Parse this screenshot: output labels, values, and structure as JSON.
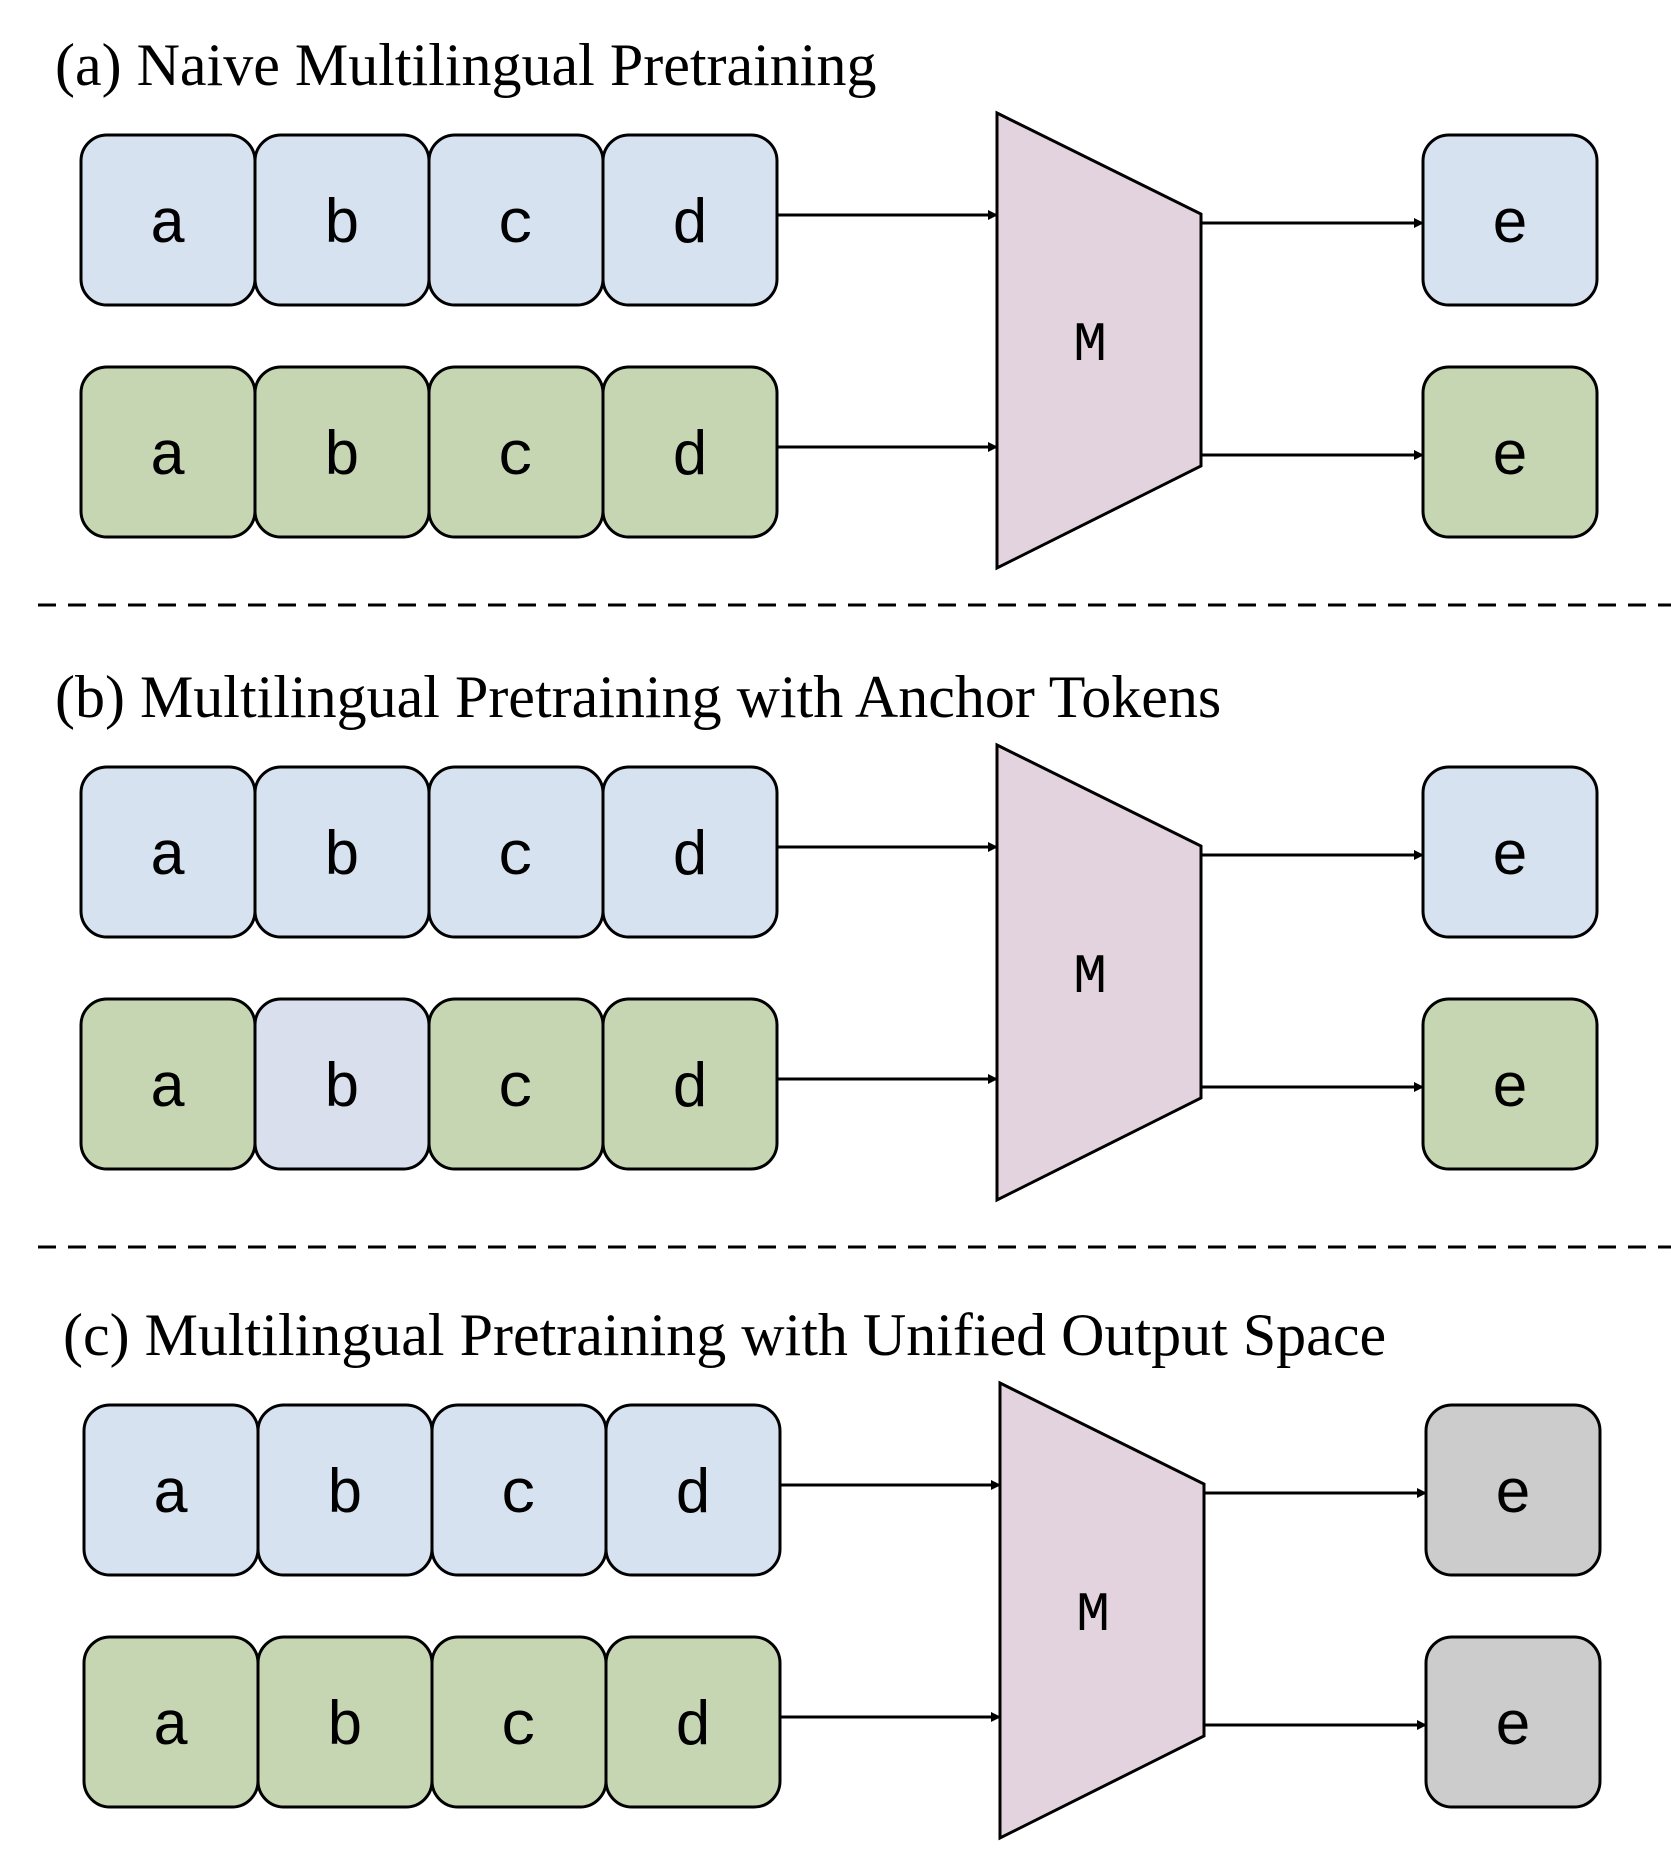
{
  "colors": {
    "blue": "#d7e2f1",
    "green": "#c7d6b2",
    "anchor": "#dadfee",
    "gray": "#cccccc",
    "model": "#e3d3de"
  },
  "panels": [
    {
      "title": "(a) Naive Multilingual Pretraining",
      "model_label": "M",
      "rows": [
        {
          "tokens": [
            {
              "label": "a",
              "color": "blue"
            },
            {
              "label": "b",
              "color": "blue"
            },
            {
              "label": "c",
              "color": "blue"
            },
            {
              "label": "d",
              "color": "blue"
            }
          ],
          "output": {
            "label": "e",
            "color": "blue"
          }
        },
        {
          "tokens": [
            {
              "label": "a",
              "color": "green"
            },
            {
              "label": "b",
              "color": "green"
            },
            {
              "label": "c",
              "color": "green"
            },
            {
              "label": "d",
              "color": "green"
            }
          ],
          "output": {
            "label": "e",
            "color": "green"
          }
        }
      ]
    },
    {
      "title": "(b) Multilingual Pretraining with Anchor Tokens",
      "model_label": "M",
      "rows": [
        {
          "tokens": [
            {
              "label": "a",
              "color": "blue"
            },
            {
              "label": "b",
              "color": "blue"
            },
            {
              "label": "c",
              "color": "blue"
            },
            {
              "label": "d",
              "color": "blue"
            }
          ],
          "output": {
            "label": "e",
            "color": "blue"
          }
        },
        {
          "tokens": [
            {
              "label": "a",
              "color": "green"
            },
            {
              "label": "b",
              "color": "anchor"
            },
            {
              "label": "c",
              "color": "green"
            },
            {
              "label": "d",
              "color": "green"
            }
          ],
          "output": {
            "label": "e",
            "color": "green"
          }
        }
      ]
    },
    {
      "title": "(c) Multilingual Pretraining with Unified Output Space",
      "model_label": "M",
      "rows": [
        {
          "tokens": [
            {
              "label": "a",
              "color": "blue"
            },
            {
              "label": "b",
              "color": "blue"
            },
            {
              "label": "c",
              "color": "blue"
            },
            {
              "label": "d",
              "color": "blue"
            }
          ],
          "output": {
            "label": "e",
            "color": "gray"
          }
        },
        {
          "tokens": [
            {
              "label": "a",
              "color": "green"
            },
            {
              "label": "b",
              "color": "green"
            },
            {
              "label": "c",
              "color": "green"
            },
            {
              "label": "d",
              "color": "green"
            }
          ],
          "output": {
            "label": "e",
            "color": "gray"
          }
        }
      ]
    }
  ]
}
